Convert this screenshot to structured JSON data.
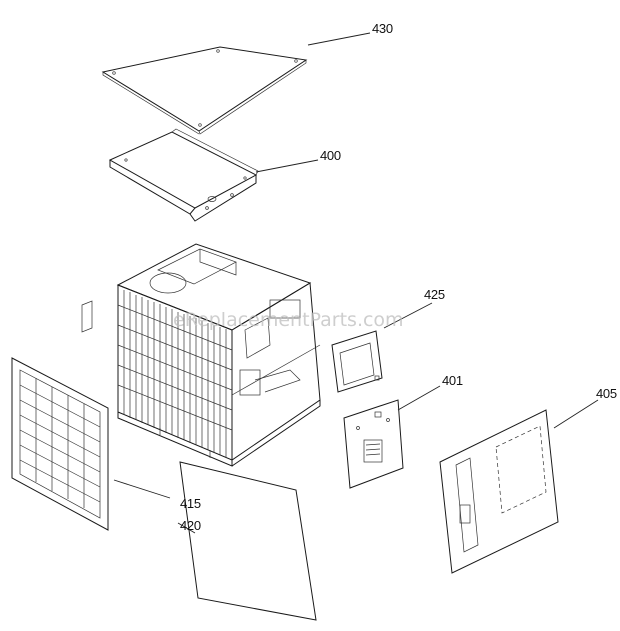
{
  "watermark": "eReplacementParts.com",
  "parts": [
    {
      "id": "430"
    },
    {
      "id": "400"
    },
    {
      "id": "425"
    },
    {
      "id": "401"
    },
    {
      "id": "405"
    },
    {
      "id": "415"
    },
    {
      "id": "420"
    }
  ],
  "colors": {
    "line": "#1a1a1a",
    "watermark": "#bdbdbd",
    "background": "#ffffff"
  }
}
